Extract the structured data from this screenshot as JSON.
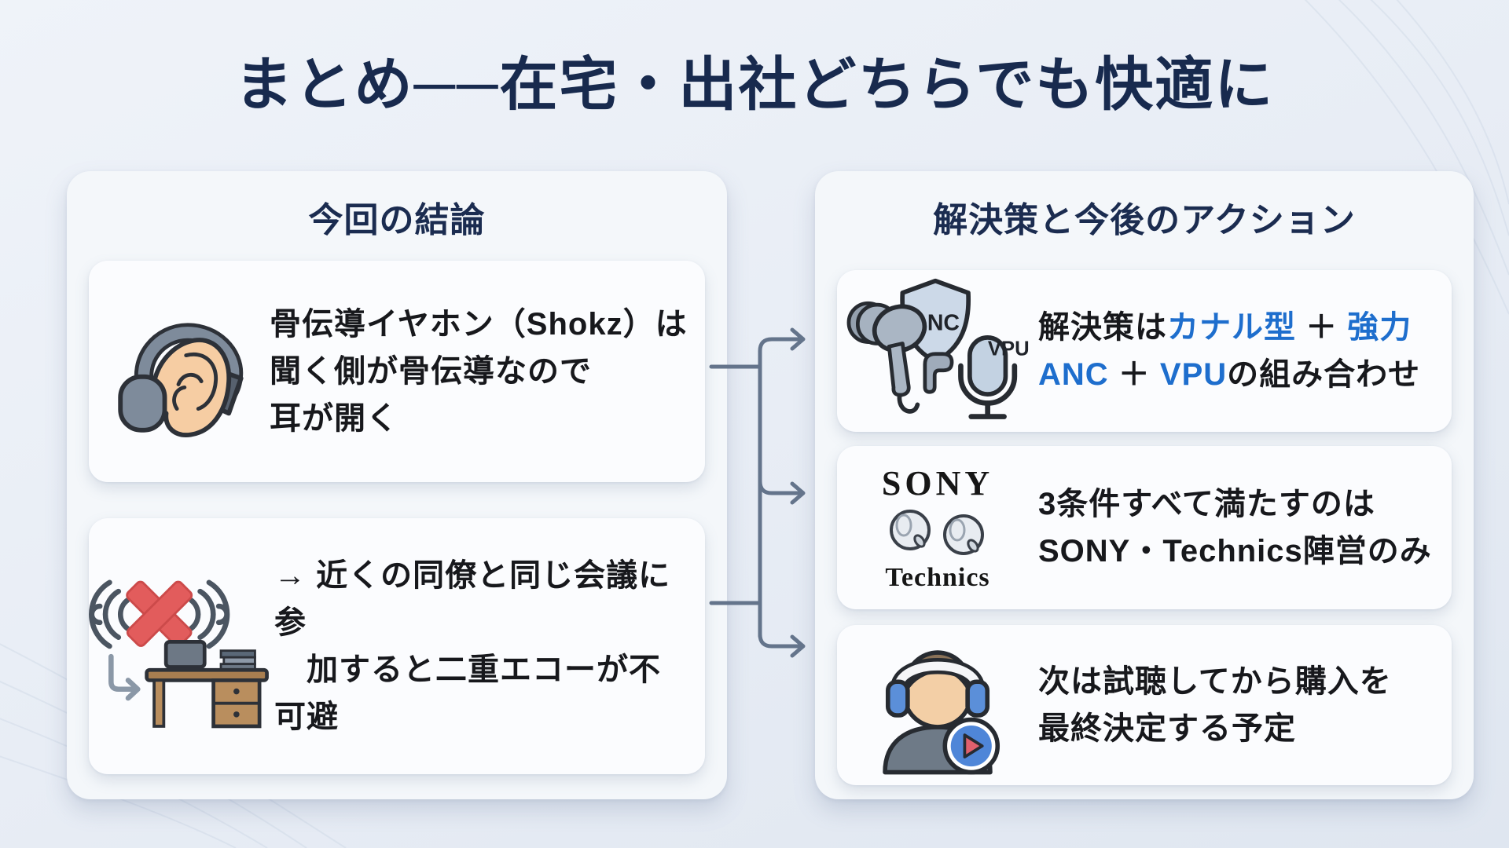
{
  "title": "まとめ──在宅・出社どちらでも快適に",
  "left_panel": {
    "header": "今回の結論",
    "cards": [
      {
        "icon": "bone-conduction-ear-icon",
        "text": "骨伝導イヤホン（Shokz）は\n聞く側が骨伝導なので\n耳が開く"
      },
      {
        "icon": "echo-blocked-desk-icon",
        "text": "→ 近くの同僚と同じ会議に参\n　加すると二重エコーが不可避"
      }
    ]
  },
  "right_panel": {
    "header": "解決策と今後のアクション",
    "cards": [
      {
        "icon": "earbud-anc-vpu-icon",
        "icon_labels": {
          "shield": "ANC",
          "mic": "VPU"
        },
        "segments": [
          {
            "t": "解決策は",
            "c": "dark"
          },
          {
            "t": "カナル型",
            "c": "blue"
          },
          {
            "t": " ＋ ",
            "c": "dark"
          },
          {
            "t": "強力",
            "c": "blue"
          },
          {
            "br": true
          },
          {
            "t": "ANC",
            "c": "blue"
          },
          {
            "t": " ＋ ",
            "c": "dark"
          },
          {
            "t": "VPU",
            "c": "blue"
          },
          {
            "t": "の組み合わせ",
            "c": "dark"
          }
        ]
      },
      {
        "icon": "sony-technics-earbuds-icon",
        "brands": {
          "top": "SONY",
          "bottom": "Technics"
        },
        "text": "3条件すべて満たすのは\nSONY・Technics陣営のみ"
      },
      {
        "icon": "listening-person-play-icon",
        "text": "次は試聴してから購入を\n最終決定する予定"
      }
    ]
  },
  "colors": {
    "background": "#e8edf5",
    "panel": "#f4f7fa",
    "card": "#fbfcfe",
    "title_navy": "#182a4e",
    "body_text": "#17181c",
    "accent_blue": "#1e6ecd",
    "arrow_slate": "#64748b",
    "error_red": "#e25c5c"
  }
}
